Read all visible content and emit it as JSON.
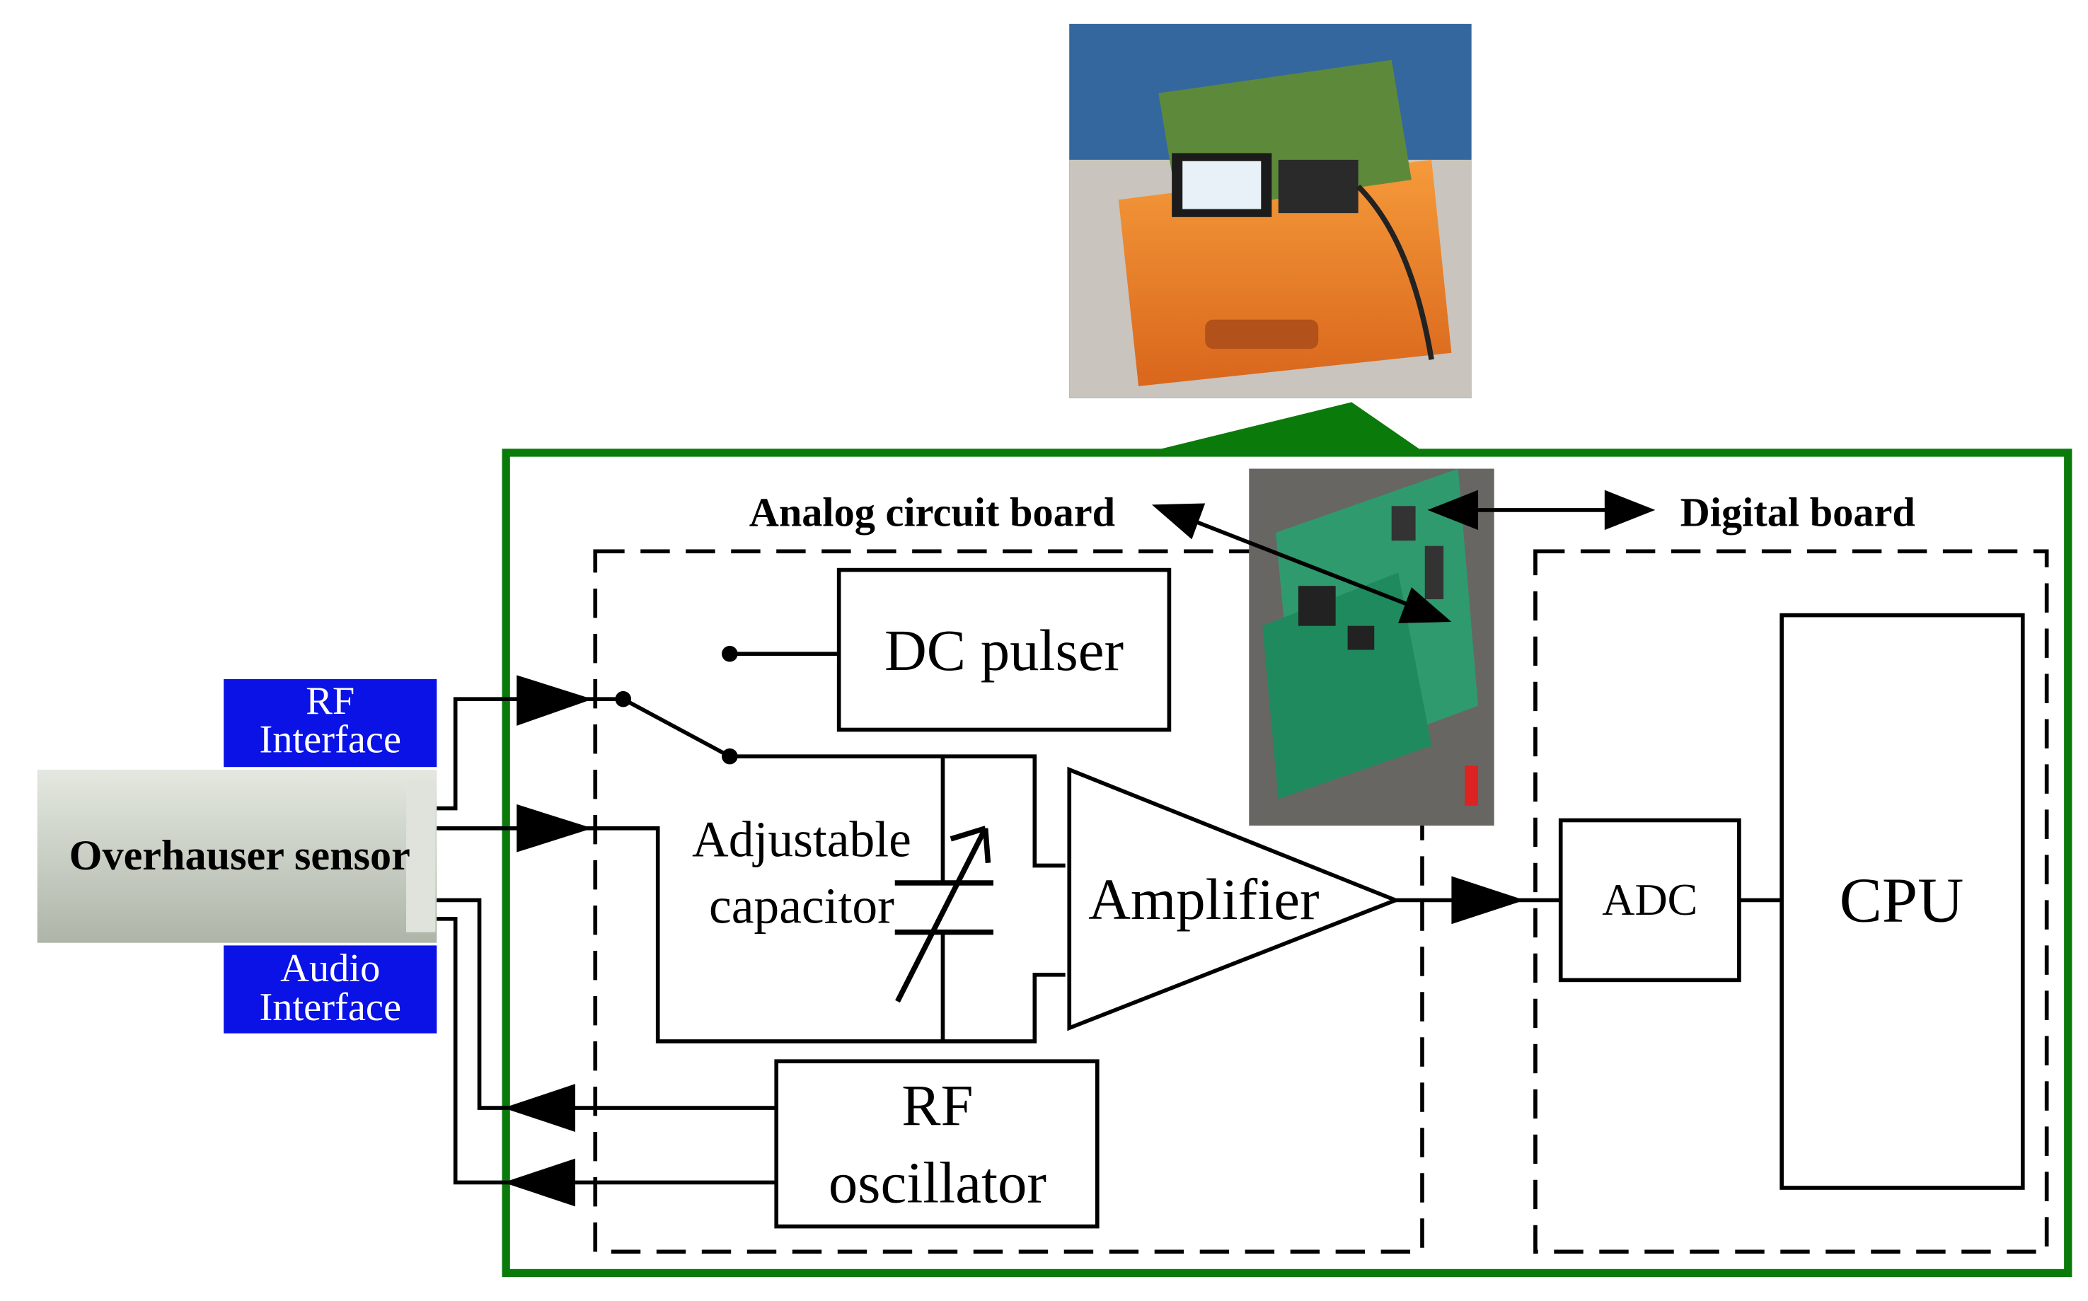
{
  "sensor": {
    "label": "Overhauser sensor"
  },
  "interfaces": {
    "rf": {
      "line1": "RF",
      "line2": "Interface"
    },
    "audio": {
      "line1": "Audio",
      "line2": "Interface"
    }
  },
  "boards": {
    "analog": {
      "label": "Analog circuit board"
    },
    "digital": {
      "label": "Digital board"
    }
  },
  "blocks": {
    "dc_pulser": "DC pulser",
    "adjustable_capacitor": {
      "line1": "Adjustable",
      "line2": "capacitor"
    },
    "amplifier": "Amplifier",
    "rf_oscillator": {
      "line1": "RF",
      "line2": "oscillator"
    },
    "adc": "ADC",
    "cpu": "CPU"
  },
  "colors": {
    "enclosure_border": "#0a7a0a",
    "interface_label_bg": "#0a12e6",
    "interface_label_text": "#ffffff",
    "line": "#000000"
  }
}
